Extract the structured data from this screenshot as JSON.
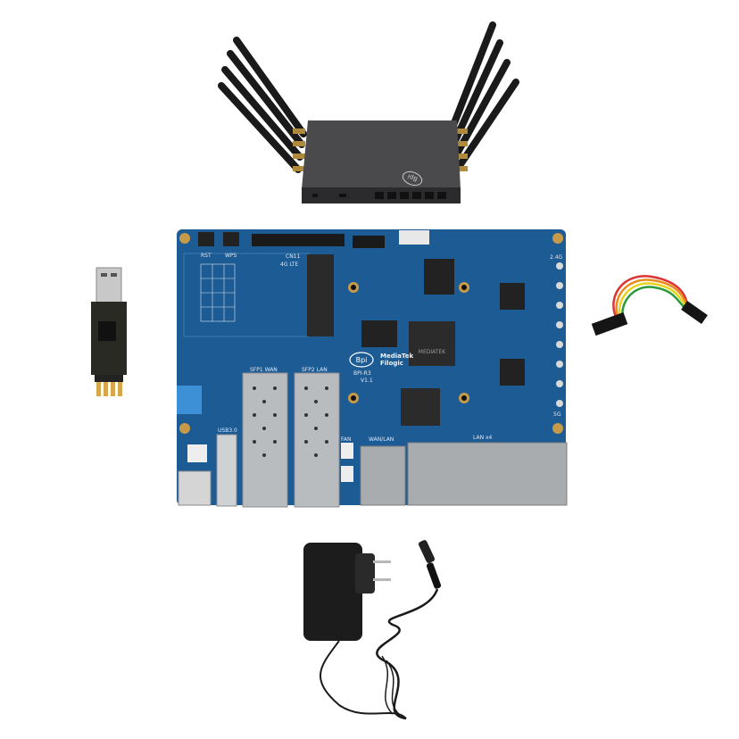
{
  "board": {
    "rst_label": "RST",
    "wps_label": "WPS",
    "cn11_label": "CN11",
    "lte_label": "4G LTE",
    "sfp1_label": "SFP1  WAN",
    "sfp2_label": "SFP2  LAN",
    "model_label": "BPI-R3",
    "version_label": "V1.1",
    "logo_text": "Bpi",
    "brand_line1": "MediaTek",
    "brand_line2": "Filogic",
    "chip_text": "MEDIATEK",
    "fan_label": "FAN",
    "wanlan_label": "WAN/LAN",
    "lan_label": "LAN x4",
    "usb_label": "USB3.0",
    "band1_label": "2.4G",
    "band2_label": "5G"
  },
  "router": {
    "logo_text": "Bpi"
  },
  "colors": {
    "pcb": "#1d5b94",
    "pcb_dark": "#164878",
    "case": "#3a3a3c",
    "antenna": "#1a1a1a",
    "metal": "#b9bcbf",
    "adapter": "#1c1c1c"
  }
}
